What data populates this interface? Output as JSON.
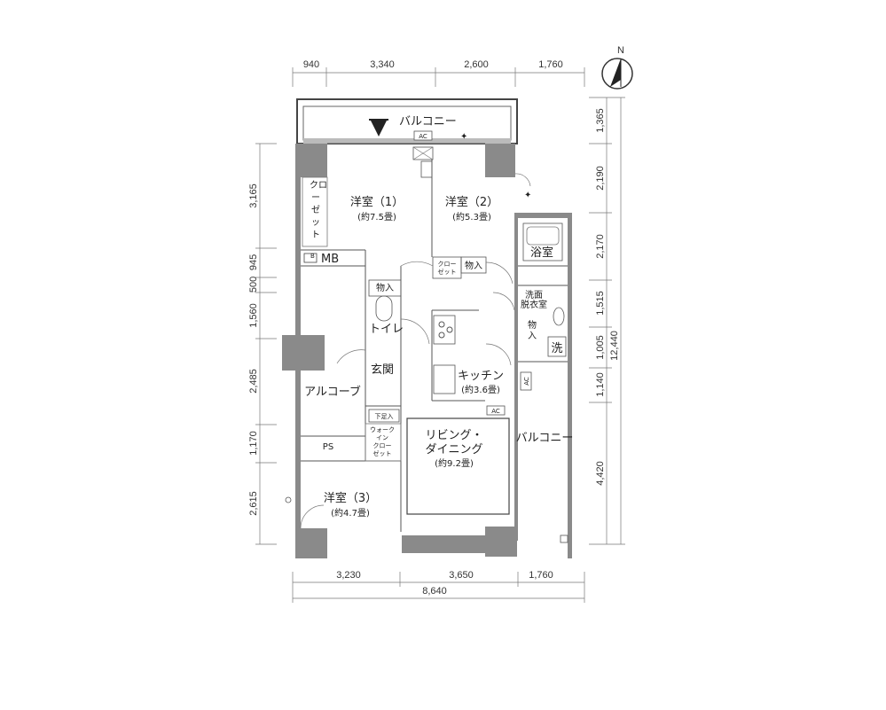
{
  "dimensions": {
    "top": [
      "940",
      "3,340",
      "2,600",
      "1,760"
    ],
    "bottom": [
      "3,230",
      "3,650",
      "1,760"
    ],
    "bottom_total": "8,640",
    "left": [
      "3,165",
      "945",
      "500",
      "1,560",
      "2,485",
      "1,170",
      "2,615"
    ],
    "right": [
      "1,365",
      "2,190",
      "2,170",
      "1,515",
      "1,005",
      "1,140",
      "4,420"
    ],
    "right_total": "12,440"
  },
  "compass": {
    "label": "N"
  },
  "rooms": {
    "balcony_top": "バルコニー",
    "western1": "洋室（1）",
    "western1_size": "(約7.5畳)",
    "western2": "洋室（2）",
    "western2_size": "(約5.3畳)",
    "closet1": [
      "クロ",
      "ー",
      "ゼ",
      "ッ",
      "ト"
    ],
    "mb": "MB",
    "storage1": "物入",
    "closet2_a": "クロー",
    "closet2_b": "ゼット",
    "storage2": "物入",
    "bath": "浴室",
    "washroom_a": "洗面",
    "washroom_b": "脱衣室",
    "storage3_a": "物",
    "storage3_b": "入",
    "laundry": "洗",
    "toilet": "トイレ",
    "entrance": "玄関",
    "alcove": "アルコーブ",
    "shoe": "下足入",
    "ps": "PS",
    "wic": [
      "ウォーク",
      "イン",
      "クロー",
      "ゼット"
    ],
    "kitchen": "キッチン",
    "kitchen_size": "(約3.6畳)",
    "living_a": "リビング・",
    "living_b": "ダイニング",
    "living_size": "(約9.2畳)",
    "balcony_right": "バルコニー",
    "western3": "洋室（3）",
    "western3_size": "(約4.7畳)",
    "ac": "AC"
  }
}
